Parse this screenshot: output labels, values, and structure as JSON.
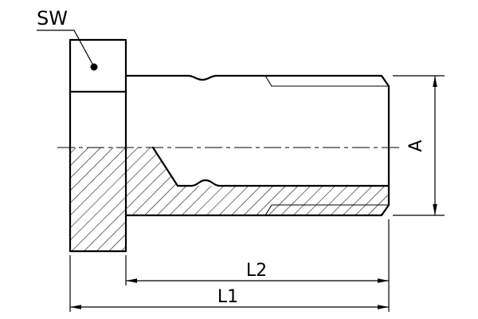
{
  "drawing": {
    "description": "Technical section drawing of a hollow threaded plug with hexagon head",
    "labels": {
      "wrench_size": "SW",
      "diameter": "A",
      "length_thread": "L2",
      "length_total": "L1"
    },
    "colors": {
      "line": "#000000",
      "background": "#ffffff"
    }
  }
}
